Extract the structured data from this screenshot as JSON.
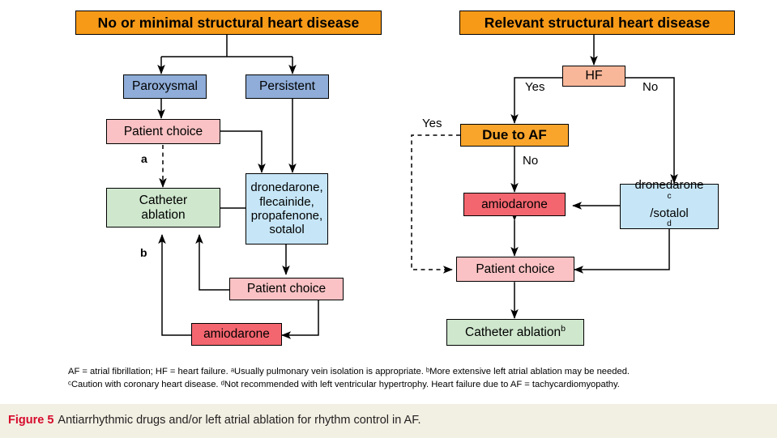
{
  "figure": {
    "number_label": "Figure 5",
    "caption": "Antiarrhythmic drugs and/or left atrial ablation for rhythm control in AF."
  },
  "colors": {
    "header_orange": "#f79a18",
    "mid_orange": "#f9a52c",
    "blue": "#8fadd8",
    "light_blue": "#c6e6f7",
    "pink": "#fac2c4",
    "deep_pink": "#f4666f",
    "salmon": "#f9b79a",
    "green": "#cfe7cd",
    "caption_bar": "#f2efe3",
    "caption_accent": "#d60b2c",
    "stroke": "#000000"
  },
  "left_branch": {
    "header": "No or minimal structural heart disease",
    "paroxysmal": "Paroxysmal",
    "persistent": "Persistent",
    "patient_choice_top": "Patient choice",
    "catheter_ablation": "Catheter ablation",
    "catheter_ablation_l1": "Catheter",
    "catheter_ablation_l2": "ablation",
    "drugs_l1": "dronedarone,",
    "drugs_l2": "flecainide,",
    "drugs_l3": "propafenone,",
    "drugs_l4": "sotalol",
    "patient_choice_bottom": "Patient choice",
    "amiodarone": "amiodarone",
    "marker_a": "a",
    "marker_b": "b"
  },
  "right_branch": {
    "header": "Relevant structural heart disease",
    "hf": "HF",
    "hf_yes": "Yes",
    "hf_no": "No",
    "due_to_af": "Due to AF",
    "due_to_af_yes": "Yes",
    "due_to_af_no": "No",
    "amiodarone": "amiodarone",
    "dronedarone_sotalol_l1": "dronedarone",
    "dronedarone_sotalol_sup1": "c",
    "dronedarone_sotalol_l2": "/sotalol",
    "dronedarone_sotalol_sup2": "d",
    "patient_choice": "Patient choice",
    "catheter_ablation": "Catheter ablation",
    "catheter_ablation_sup": "b"
  },
  "footnotes": {
    "line1": "AF = atrial fibrillation; HF = heart failure. ᵃUsually pulmonary vein isolation is appropriate. ᵇMore extensive left atrial ablation may be needed.",
    "line2": "ᶜCaution with coronary heart disease. ᵈNot recommended with left ventricular hypertrophy. Heart failure due to AF = tachycardiomyopathy."
  }
}
